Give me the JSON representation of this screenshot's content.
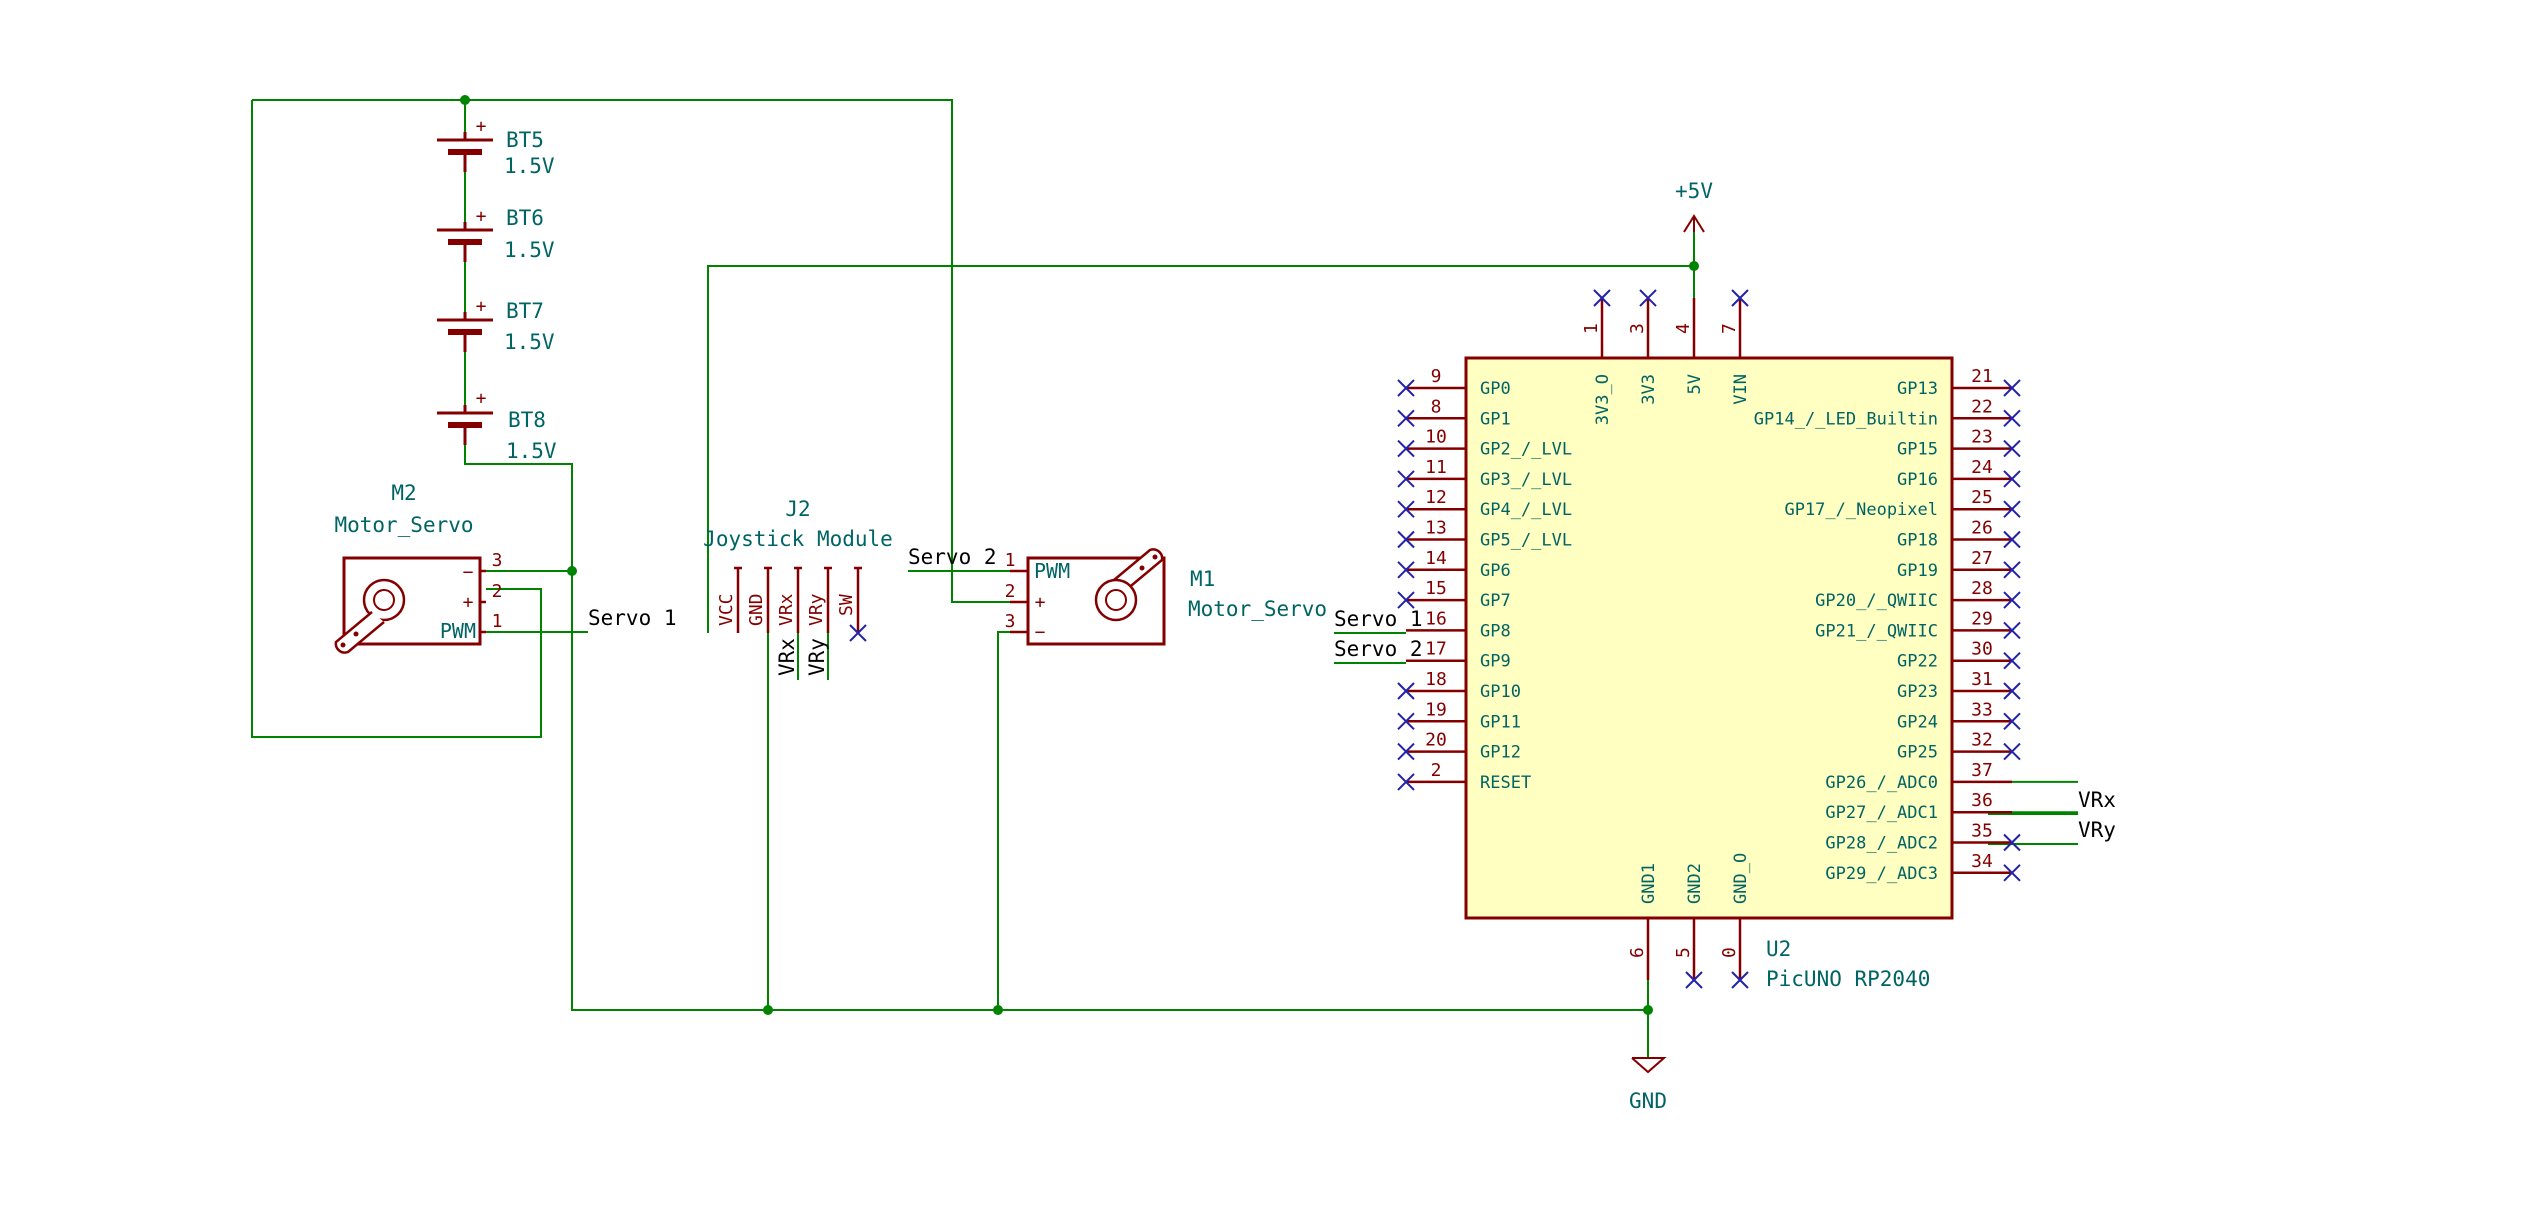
{
  "power": {
    "vcc": "+5V",
    "gnd": "GND"
  },
  "batteries": [
    {
      "ref": "BT5",
      "value": "1.5V"
    },
    {
      "ref": "BT6",
      "value": "1.5V"
    },
    {
      "ref": "BT7",
      "value": "1.5V"
    },
    {
      "ref": "BT8",
      "value": "1.5V"
    }
  ],
  "servo_m2": {
    "ref": "M2",
    "value": "Motor_Servo",
    "pin_label_pwm": "PWM",
    "minus": "−",
    "plus": "+",
    "pins": [
      "3",
      "2",
      "1"
    ]
  },
  "servo_m1": {
    "ref": "M1",
    "value": "Motor_Servo",
    "pin_label_pwm": "PWM",
    "minus": "−",
    "plus": "+",
    "pins": [
      "1",
      "2",
      "3"
    ]
  },
  "joystick": {
    "ref": "J2",
    "value": "Joystick Module",
    "pins": [
      "VCC",
      "GND",
      "VRx",
      "VRy",
      "SW"
    ],
    "wire_labels": [
      "VRx",
      "VRy"
    ]
  },
  "plus_sign": "+",
  "nets": {
    "servo1": "Servo 1",
    "servo2": "Servo 2",
    "vrx": "VRx",
    "vry": "VRy"
  },
  "mcu": {
    "ref": "U2",
    "value": "PicUNO RP2040",
    "left_pins": [
      {
        "num": "9",
        "name": "GP0"
      },
      {
        "num": "8",
        "name": "GP1"
      },
      {
        "num": "10",
        "name": "GP2_/_LVL"
      },
      {
        "num": "11",
        "name": "GP3_/_LVL"
      },
      {
        "num": "12",
        "name": "GP4_/_LVL"
      },
      {
        "num": "13",
        "name": "GP5_/_LVL"
      },
      {
        "num": "14",
        "name": "GP6"
      },
      {
        "num": "15",
        "name": "GP7"
      },
      {
        "num": "16",
        "name": "GP8"
      },
      {
        "num": "17",
        "name": "GP9"
      },
      {
        "num": "18",
        "name": "GP10"
      },
      {
        "num": "19",
        "name": "GP11"
      },
      {
        "num": "20",
        "name": "GP12"
      },
      {
        "num": "2",
        "name": "RESET"
      }
    ],
    "right_pins": [
      {
        "num": "21",
        "name": "GP13"
      },
      {
        "num": "22",
        "name": "GP14_/_LED_Builtin"
      },
      {
        "num": "23",
        "name": "GP15"
      },
      {
        "num": "24",
        "name": "GP16"
      },
      {
        "num": "25",
        "name": "GP17_/_Neopixel"
      },
      {
        "num": "26",
        "name": "GP18"
      },
      {
        "num": "27",
        "name": "GP19"
      },
      {
        "num": "28",
        "name": "GP20_/_QWIIC"
      },
      {
        "num": "29",
        "name": "GP21_/_QWIIC"
      },
      {
        "num": "30",
        "name": "GP22"
      },
      {
        "num": "31",
        "name": "GP23"
      },
      {
        "num": "33",
        "name": "GP24"
      },
      {
        "num": "32",
        "name": "GP25"
      },
      {
        "num": "37",
        "name": "GP26_/_ADC0"
      },
      {
        "num": "36",
        "name": "GP27_/_ADC1"
      },
      {
        "num": "35",
        "name": "GP28_/_ADC2"
      },
      {
        "num": "34",
        "name": "GP29_/_ADC3"
      }
    ],
    "top_pins": [
      {
        "num": "1",
        "name": "3V3_O"
      },
      {
        "num": "3",
        "name": "3V3"
      },
      {
        "num": "4",
        "name": "5V"
      },
      {
        "num": "7",
        "name": "VIN"
      }
    ],
    "bottom_pins": [
      {
        "num": "6",
        "name": "GND1"
      },
      {
        "num": "5",
        "name": "GND2"
      },
      {
        "num": "0",
        "name": "GND_O"
      }
    ]
  }
}
